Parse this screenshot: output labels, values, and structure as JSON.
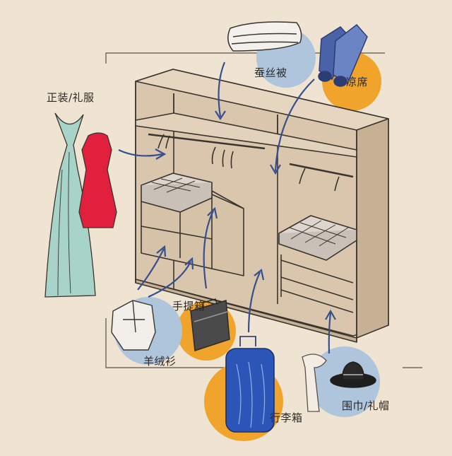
{
  "labels": {
    "formal_wear": "正装/礼服",
    "silk_quilt": "蚕丝被",
    "summer_mat": "凉席",
    "briefcase": "手提箱",
    "sweater": "羊绒衫",
    "luggage": "行李箱",
    "scarf_hat": "围巾/礼帽"
  },
  "colors": {
    "background": "#efe3d2",
    "cabinet": "#d9c6ad",
    "cabinet_shadow": "#b8a287",
    "line": "#3a342e",
    "arrow": "#36508f",
    "highlight_orange": "#f0a42c",
    "highlight_blue": "#aec5dc",
    "dress_red": "#e0203d",
    "dress_green": "#a8d3c8",
    "luggage_blue": "#2c55b8"
  },
  "icons": [
    "folded-quilt-icon",
    "rolled-mat-icon",
    "gown-icon",
    "red-dress-icon",
    "sweater-icon",
    "briefcase-icon",
    "suitcase-icon",
    "scarf-icon",
    "hat-icon"
  ]
}
